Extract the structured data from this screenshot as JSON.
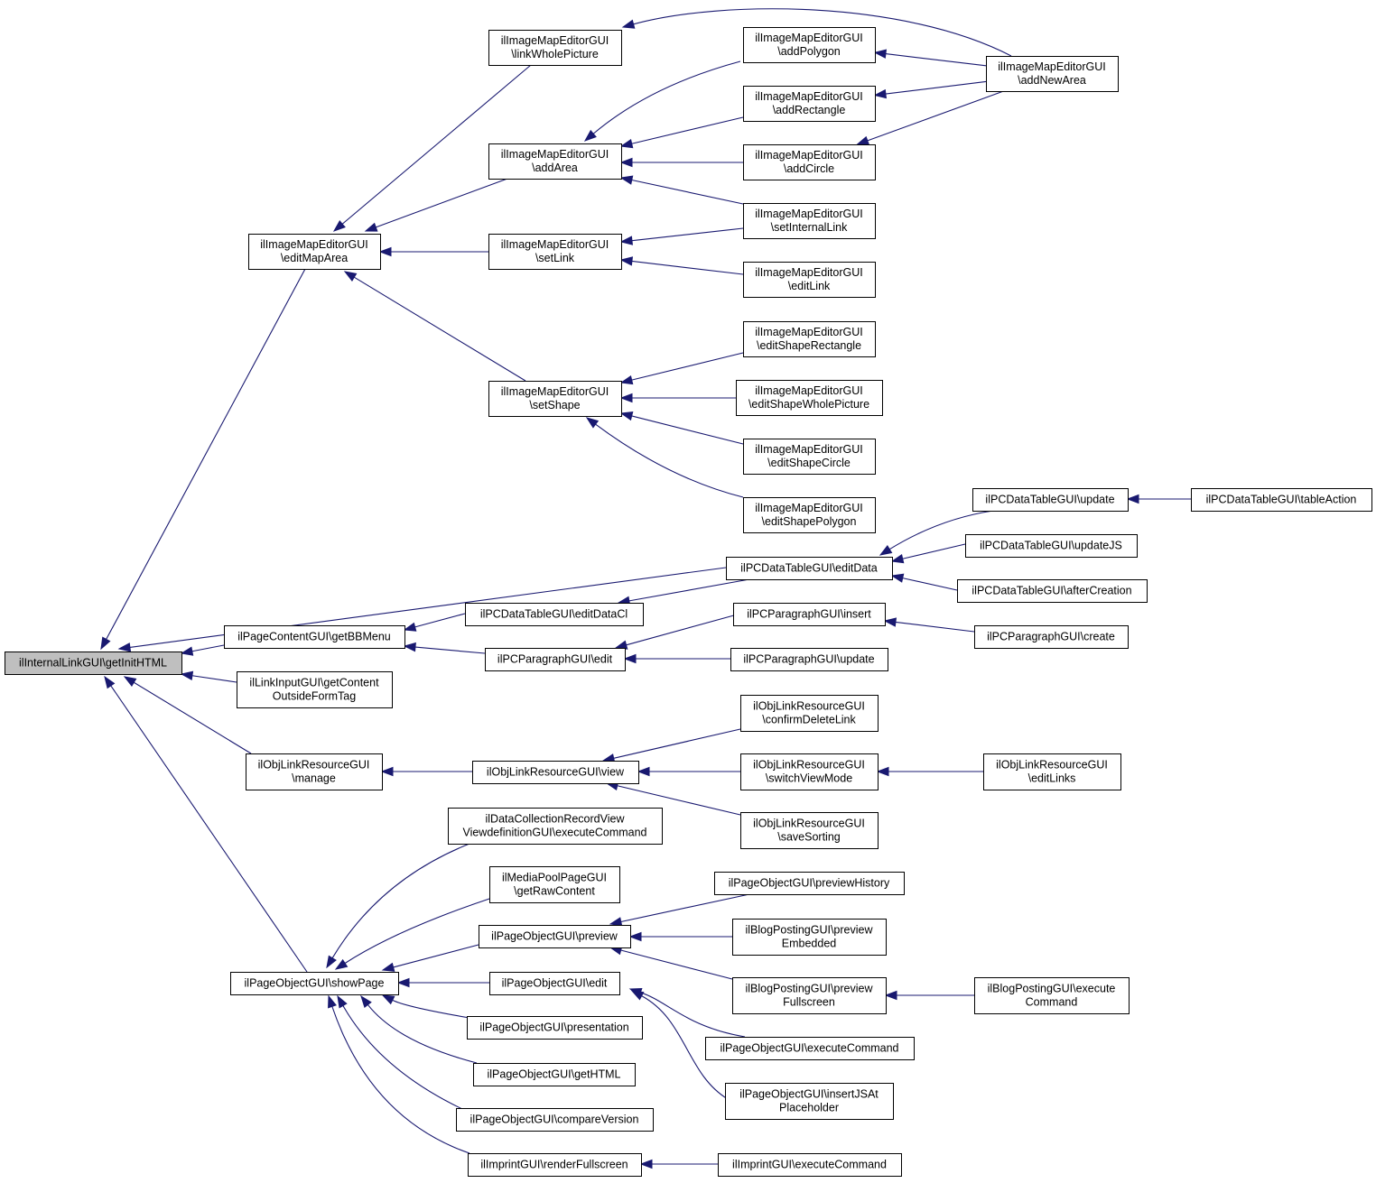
{
  "colors": {
    "edge": "#191970",
    "node_fill": "#ffffff",
    "root_fill": "#bfbfbf",
    "border": "#000000"
  },
  "nodes": [
    {
      "id": "n0",
      "lines": [
        "ilInternalLinkGUI\\getInitHTML"
      ],
      "root": true
    },
    {
      "id": "n1",
      "lines": [
        "ilImageMapEditorGUI",
        "\\editMapArea"
      ]
    },
    {
      "id": "n2",
      "lines": [
        "ilImageMapEditorGUI",
        "\\linkWholePicture"
      ]
    },
    {
      "id": "n3",
      "lines": [
        "ilImageMapEditorGUI",
        "\\addNewArea"
      ]
    },
    {
      "id": "n4",
      "lines": [
        "ilImageMapEditorGUI",
        "\\addArea"
      ]
    },
    {
      "id": "n5",
      "lines": [
        "ilImageMapEditorGUI",
        "\\addPolygon"
      ]
    },
    {
      "id": "n6",
      "lines": [
        "ilImageMapEditorGUI",
        "\\addRectangle"
      ]
    },
    {
      "id": "n7",
      "lines": [
        "ilImageMapEditorGUI",
        "\\addCircle"
      ]
    },
    {
      "id": "n8",
      "lines": [
        "ilImageMapEditorGUI",
        "\\setInternalLink"
      ]
    },
    {
      "id": "n9",
      "lines": [
        "ilImageMapEditorGUI",
        "\\setLink"
      ]
    },
    {
      "id": "n10",
      "lines": [
        "ilImageMapEditorGUI",
        "\\editLink"
      ]
    },
    {
      "id": "n11",
      "lines": [
        "ilImageMapEditorGUI",
        "\\setShape"
      ]
    },
    {
      "id": "n12",
      "lines": [
        "ilImageMapEditorGUI",
        "\\editShapeRectangle"
      ]
    },
    {
      "id": "n13",
      "lines": [
        "ilImageMapEditorGUI",
        "\\editShapeWholePicture"
      ]
    },
    {
      "id": "n14",
      "lines": [
        "ilImageMapEditorGUI",
        "\\editShapeCircle"
      ]
    },
    {
      "id": "n15",
      "lines": [
        "ilImageMapEditorGUI",
        "\\editShapePolygon"
      ]
    },
    {
      "id": "n16",
      "lines": [
        "ilPCDataTableGUI\\editData"
      ]
    },
    {
      "id": "n17",
      "lines": [
        "ilPCDataTableGUI\\update"
      ]
    },
    {
      "id": "n18",
      "lines": [
        "ilPCDataTableGUI\\tableAction"
      ]
    },
    {
      "id": "n19",
      "lines": [
        "ilPCDataTableGUI\\updateJS"
      ]
    },
    {
      "id": "n20",
      "lines": [
        "ilPCDataTableGUI\\afterCreation"
      ]
    },
    {
      "id": "n21",
      "lines": [
        "ilPageContentGUI\\getBBMenu"
      ]
    },
    {
      "id": "n22",
      "lines": [
        "ilPCDataTableGUI\\editDataCl"
      ]
    },
    {
      "id": "n23",
      "lines": [
        "ilPCParagraphGUI\\edit"
      ]
    },
    {
      "id": "n24",
      "lines": [
        "ilPCParagraphGUI\\insert"
      ]
    },
    {
      "id": "n25",
      "lines": [
        "ilPCParagraphGUI\\create"
      ]
    },
    {
      "id": "n26",
      "lines": [
        "ilPCParagraphGUI\\update"
      ]
    },
    {
      "id": "n27",
      "lines": [
        "ilLinkInputGUI\\getContent",
        "OutsideFormTag"
      ]
    },
    {
      "id": "n28",
      "lines": [
        "ilObjLinkResourceGUI",
        "\\manage"
      ]
    },
    {
      "id": "n29",
      "lines": [
        "ilObjLinkResourceGUI\\view"
      ]
    },
    {
      "id": "n30",
      "lines": [
        "ilObjLinkResourceGUI",
        "\\confirmDeleteLink"
      ]
    },
    {
      "id": "n31",
      "lines": [
        "ilObjLinkResourceGUI",
        "\\switchViewMode"
      ]
    },
    {
      "id": "n32",
      "lines": [
        "ilObjLinkResourceGUI",
        "\\editLinks"
      ]
    },
    {
      "id": "n33",
      "lines": [
        "ilObjLinkResourceGUI",
        "\\saveSorting"
      ]
    },
    {
      "id": "n34",
      "lines": [
        "ilPageObjectGUI\\showPage"
      ]
    },
    {
      "id": "n35",
      "lines": [
        "ilDataCollectionRecordView",
        "ViewdefinitionGUI\\executeCommand"
      ]
    },
    {
      "id": "n36",
      "lines": [
        "ilMediaPoolPageGUI",
        "\\getRawContent"
      ]
    },
    {
      "id": "n37",
      "lines": [
        "ilPageObjectGUI\\preview"
      ]
    },
    {
      "id": "n38",
      "lines": [
        "ilPageObjectGUI\\previewHistory"
      ]
    },
    {
      "id": "n39",
      "lines": [
        "ilBlogPostingGUI\\preview",
        "Embedded"
      ]
    },
    {
      "id": "n40",
      "lines": [
        "ilBlogPostingGUI\\preview",
        "Fullscreen"
      ]
    },
    {
      "id": "n41",
      "lines": [
        "ilBlogPostingGUI\\execute",
        "Command"
      ]
    },
    {
      "id": "n42",
      "lines": [
        "ilPageObjectGUI\\edit"
      ]
    },
    {
      "id": "n43",
      "lines": [
        "ilPageObjectGUI\\executeCommand"
      ]
    },
    {
      "id": "n44",
      "lines": [
        "ilPageObjectGUI\\insertJSAt",
        "Placeholder"
      ]
    },
    {
      "id": "n45",
      "lines": [
        "ilPageObjectGUI\\presentation"
      ]
    },
    {
      "id": "n46",
      "lines": [
        "ilPageObjectGUI\\getHTML"
      ]
    },
    {
      "id": "n47",
      "lines": [
        "ilPageObjectGUI\\compareVersion"
      ]
    },
    {
      "id": "n48",
      "lines": [
        "ilImprintGUI\\renderFullscreen"
      ]
    },
    {
      "id": "n49",
      "lines": [
        "ilImprintGUI\\executeCommand"
      ]
    }
  ],
  "edges": [
    [
      "n1",
      "n0"
    ],
    [
      "n16",
      "n0"
    ],
    [
      "n21",
      "n0"
    ],
    [
      "n27",
      "n0"
    ],
    [
      "n28",
      "n0"
    ],
    [
      "n34",
      "n0"
    ],
    [
      "n2",
      "n1"
    ],
    [
      "n4",
      "n1"
    ],
    [
      "n9",
      "n1"
    ],
    [
      "n11",
      "n1"
    ],
    [
      "n3",
      "n2"
    ],
    [
      "n5",
      "n4"
    ],
    [
      "n6",
      "n4"
    ],
    [
      "n7",
      "n4"
    ],
    [
      "n8",
      "n4"
    ],
    [
      "n3",
      "n5"
    ],
    [
      "n3",
      "n6"
    ],
    [
      "n3",
      "n7"
    ],
    [
      "n8",
      "n9"
    ],
    [
      "n10",
      "n9"
    ],
    [
      "n12",
      "n11"
    ],
    [
      "n13",
      "n11"
    ],
    [
      "n14",
      "n11"
    ],
    [
      "n15",
      "n11"
    ],
    [
      "n17",
      "n16"
    ],
    [
      "n19",
      "n16"
    ],
    [
      "n20",
      "n16"
    ],
    [
      "n18",
      "n17"
    ],
    [
      "n22",
      "n21"
    ],
    [
      "n23",
      "n21"
    ],
    [
      "n16",
      "n22"
    ],
    [
      "n24",
      "n23"
    ],
    [
      "n26",
      "n23"
    ],
    [
      "n25",
      "n24"
    ],
    [
      "n29",
      "n28"
    ],
    [
      "n30",
      "n29"
    ],
    [
      "n31",
      "n29"
    ],
    [
      "n33",
      "n29"
    ],
    [
      "n32",
      "n31"
    ],
    [
      "n35",
      "n34"
    ],
    [
      "n36",
      "n34"
    ],
    [
      "n37",
      "n34"
    ],
    [
      "n42",
      "n34"
    ],
    [
      "n45",
      "n34"
    ],
    [
      "n46",
      "n34"
    ],
    [
      "n47",
      "n34"
    ],
    [
      "n48",
      "n34"
    ],
    [
      "n38",
      "n37"
    ],
    [
      "n39",
      "n37"
    ],
    [
      "n40",
      "n37"
    ],
    [
      "n41",
      "n40"
    ],
    [
      "n43",
      "n42"
    ],
    [
      "n44",
      "n42"
    ],
    [
      "n49",
      "n48"
    ]
  ]
}
